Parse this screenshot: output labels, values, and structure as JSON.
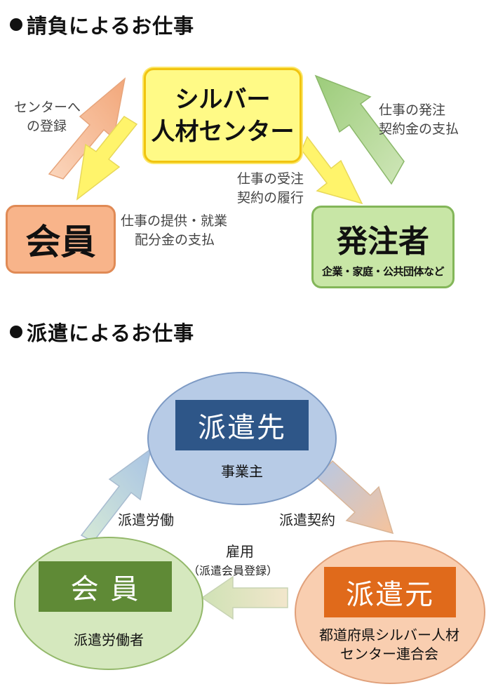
{
  "sections": {
    "contract": {
      "title": "請負によるお仕事",
      "silver_center": {
        "line1": "シルバー",
        "line2": "人材センター"
      },
      "member": "会員",
      "orderer": {
        "title": "発注者",
        "subtitle": "企業・家庭・公共団体など"
      },
      "notes": {
        "register": [
          "センターへ",
          "の登録"
        ],
        "order": [
          "仕事の発注",
          "契約金の支払"
        ],
        "receive": [
          "仕事の受注",
          "契約の履行"
        ],
        "provide": [
          "仕事の提供・就業",
          "配分金の支払"
        ]
      },
      "colors": {
        "yellow": "#fffa86",
        "orange": "#f8b48a",
        "green": "#c8e6a6"
      }
    },
    "dispatch": {
      "title": "派遣によるお仕事",
      "destination": {
        "label": "派遣先",
        "caption": "事業主"
      },
      "member": {
        "label": "会 員",
        "caption": "派遣労働者"
      },
      "source": {
        "label": "派遣元",
        "caption_line1": "都道府県シルバー人材",
        "caption_line2": "センター連合会"
      },
      "arrows": {
        "labor": "派遣労働",
        "contract": "派遣契約",
        "employment": "雇用",
        "employment_sub": "（派遣会員登録）"
      },
      "colors": {
        "navy": "#2e5688",
        "olive": "#5f8a36",
        "orange": "#e06a1b"
      }
    }
  }
}
